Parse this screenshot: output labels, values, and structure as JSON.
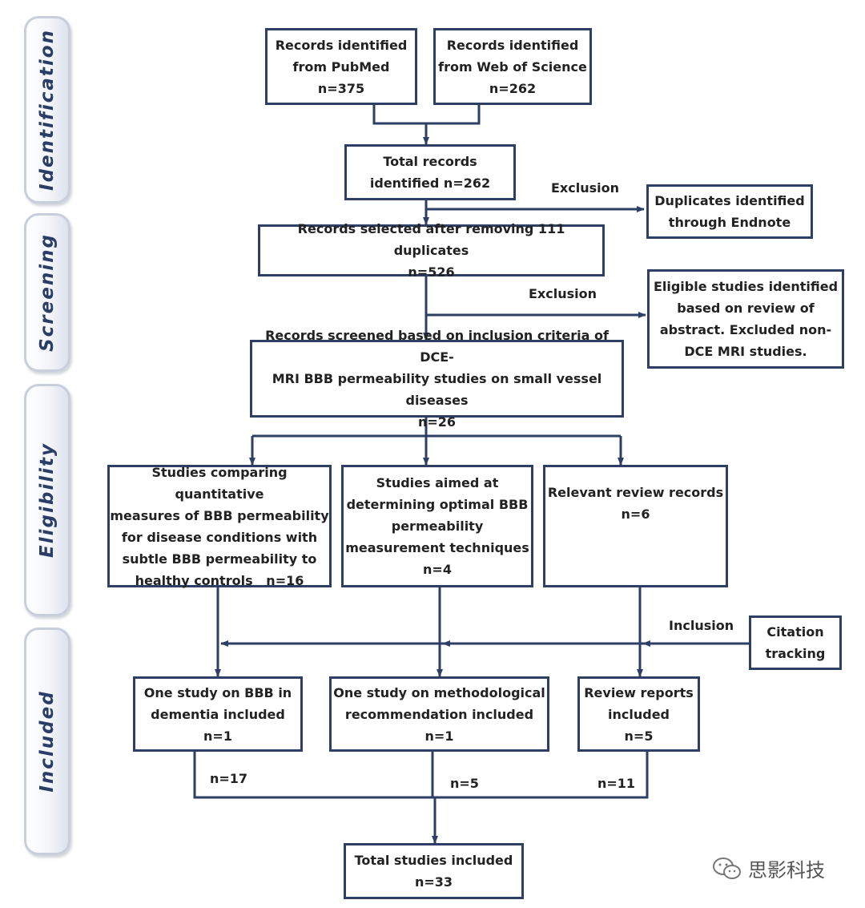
{
  "phases": {
    "identification": "Identification",
    "screening": "Screening",
    "eligibility": "Eligibility",
    "included": "Included"
  },
  "boxes": {
    "pubmed": [
      "Records identified",
      "from PubMed",
      "n=375"
    ],
    "wos": [
      "Records identified",
      "from Web of Science",
      "n=262"
    ],
    "total_identified": [
      "Total records",
      "identified n=262"
    ],
    "duplicates": [
      "Duplicates identified",
      "through Endnote"
    ],
    "selected": [
      "Records selected after removing 111 duplicates",
      "n=526"
    ],
    "eligible_abstract": [
      "Eligible studies identified",
      "based on review of",
      "abstract. Excluded non-",
      "DCE MRI studies."
    ],
    "screened": [
      "Records screened based on inclusion criteria of DCE-",
      "MRI BBB permeability studies on small vessel diseases",
      "n=26"
    ],
    "comparing": [
      "Studies comparing quantitative",
      "measures of BBB permeability",
      "for disease conditions with",
      "subtle BBB permeability to",
      "healthy controls   n=16"
    ],
    "aimed": [
      "Studies aimed at",
      "determining optimal BBB",
      "permeability",
      "measurement techniques",
      "n=4"
    ],
    "review": [
      "Relevant review records",
      "n=6"
    ],
    "citation": [
      "Citation",
      "tracking"
    ],
    "dementia": [
      "One study on BBB in",
      "dementia included",
      "n=1"
    ],
    "methodological": [
      "One study on methodological",
      "recommendation included",
      "n=1"
    ],
    "review_reports": [
      "Review reports",
      "included",
      "n=5"
    ],
    "total_included": [
      "Total studies included",
      "n=33"
    ]
  },
  "labels": {
    "exclusion_1": "Exclusion",
    "exclusion_2": "Exclusion",
    "inclusion": "Inclusion",
    "n17": "n=17",
    "n5": "n=5",
    "n11": "n=11"
  },
  "watermark": "思影科技",
  "colors": {
    "box_border": "#2e3f66",
    "phase_text": "#2a3d66"
  }
}
